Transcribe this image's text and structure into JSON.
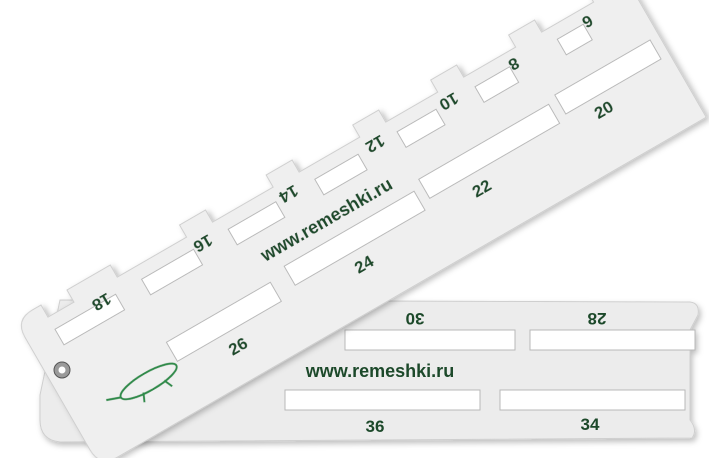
{
  "bottom_plate": {
    "url": "www.remeshki.ru",
    "top_labels": [
      "30",
      "28"
    ],
    "bottom_labels": [
      "36",
      "34"
    ]
  },
  "top_plate": {
    "url": "www.remeshki.ru",
    "edge_labels": [
      "18",
      "16",
      "14",
      "12",
      "10",
      "8",
      "6"
    ],
    "inner_labels": [
      "26",
      "24",
      "22",
      "20"
    ]
  },
  "colors": {
    "plate": "#ececec",
    "text": "#1f4a2c",
    "logo": "#2f8a4a"
  },
  "icons": [
    "crocodile-logo",
    "crocodile-logo",
    "rivet-icon"
  ]
}
